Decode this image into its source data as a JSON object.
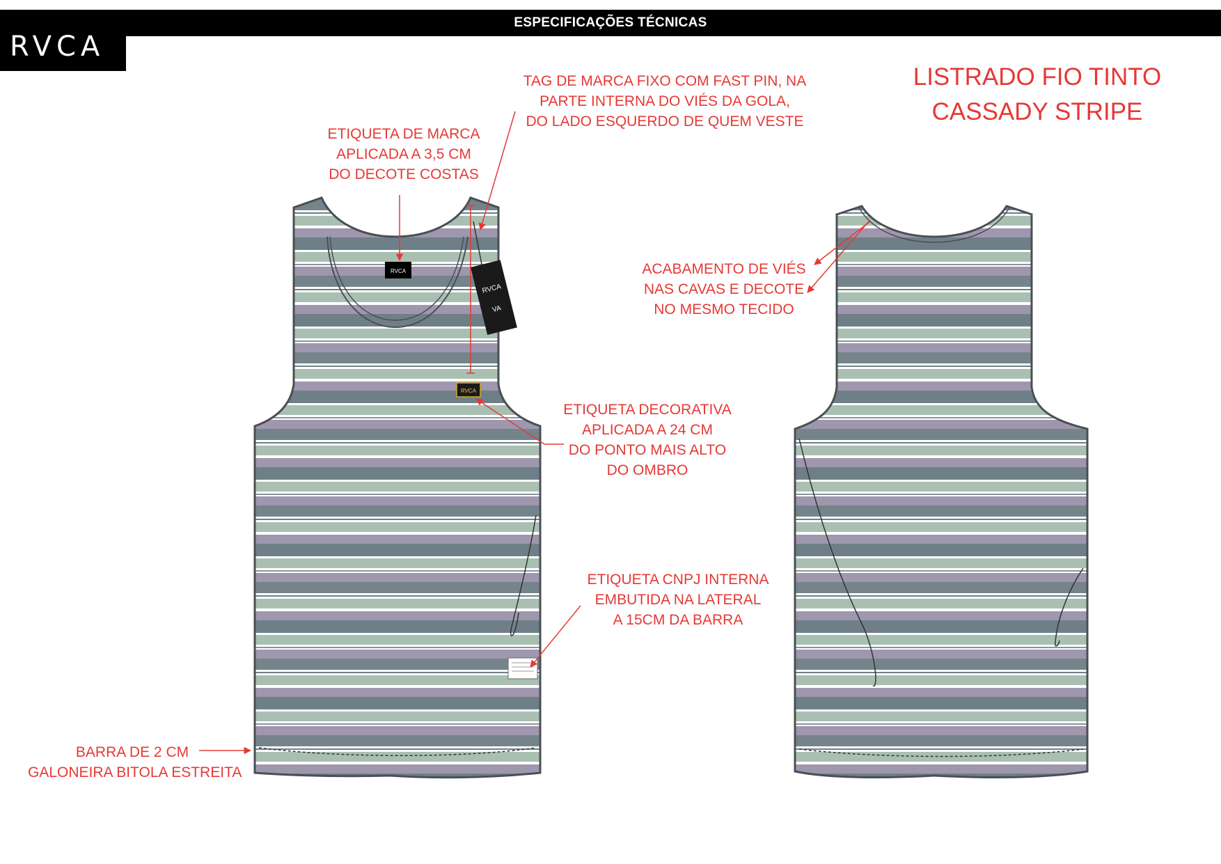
{
  "header": {
    "brand": "RVCA",
    "title": "ESPECIFICAÇÕES TÉCNICAS"
  },
  "product": {
    "line1": "LISTRADO FIO TINTO",
    "line2": "CASSADY STRIPE"
  },
  "annotations": {
    "brand_label": [
      "ETIQUETA DE MARCA",
      "APLICADA A 3,5 CM",
      "DO DECOTE COSTAS"
    ],
    "hang_tag": [
      "TAG DE MARCA FIXO COM FAST PIN, NA",
      "PARTE INTERNA DO VIÉS DA GOLA,",
      "DO LADO ESQUERDO  DE QUEM VESTE"
    ],
    "decorative_label": [
      "ETIQUETA DECORATIVA",
      "APLICADA A 24 CM",
      "DO PONTO MAIS ALTO",
      "DO OMBRO"
    ],
    "cnpj_label": [
      "ETIQUETA CNPJ INTERNA",
      "EMBUTIDA NA LATERAL",
      "A 15CM DA BARRA"
    ],
    "hem": [
      "BARRA DE 2 CM",
      "GALONEIRA BITOLA ESTREITA"
    ],
    "binding": [
      "ACABAMENTO DE VIÉS",
      "NAS CAVAS E DECOTE",
      "NO MESMO TECIDO"
    ]
  },
  "garment": {
    "stripe_colors": [
      "#6f7f87",
      "#a9bfb2",
      "#9f97ae",
      "#ffffff",
      "#8b949d"
    ],
    "tag_text": [
      "RVCA",
      "VA"
    ],
    "labels": [
      "RVCA",
      "RVCA"
    ]
  },
  "colors": {
    "annotation": "#e53935",
    "header": "#000000"
  }
}
